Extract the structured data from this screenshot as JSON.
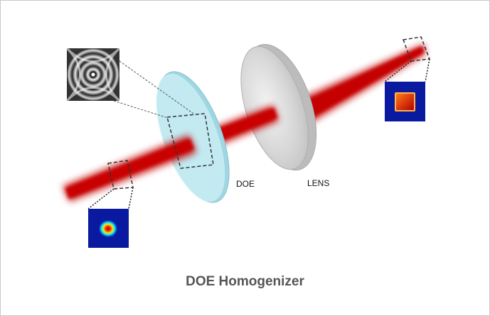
{
  "title": "DOE Homogenizer",
  "labels": {
    "doe": "DOE",
    "lens": "LENS"
  },
  "colors": {
    "beam": "#c40000",
    "doe_fill": "#c6ecf3",
    "lens_fill": "#d9d9d9",
    "profile_background": "#0a1aa0"
  },
  "elements": {
    "input_profile": "gaussian-beam-profile",
    "output_profile": "flat-top-square-profile",
    "phase_pattern": "doe-phase-pattern"
  }
}
